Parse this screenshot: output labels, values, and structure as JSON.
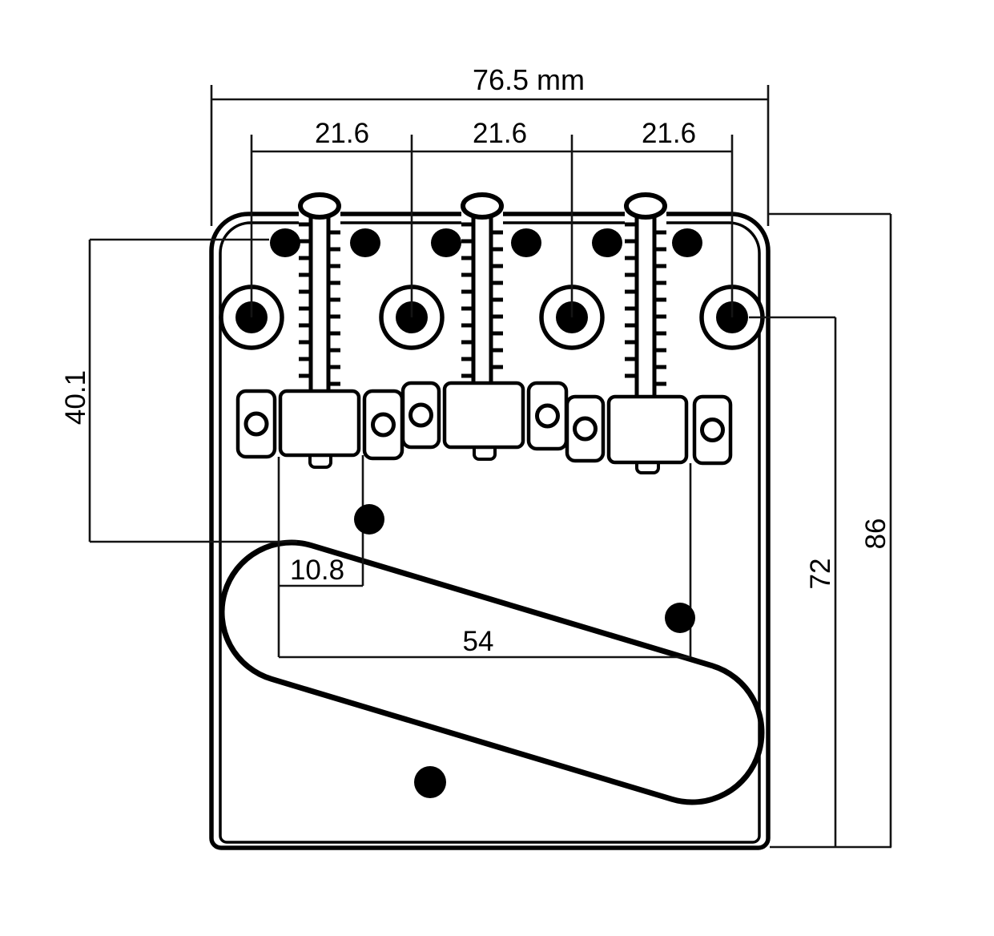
{
  "diagram": {
    "background": "#ffffff",
    "line_color": "#000000",
    "labels": {
      "overall_width": "76.5 mm",
      "spacing_1": "21.6",
      "spacing_2": "21.6",
      "spacing_3": "21.6",
      "front_row_to_cutout": "40.1",
      "saddle_width": "10.8",
      "cutout_length": "54",
      "mount_row_to_back": "72",
      "overall_depth": "86"
    }
  }
}
